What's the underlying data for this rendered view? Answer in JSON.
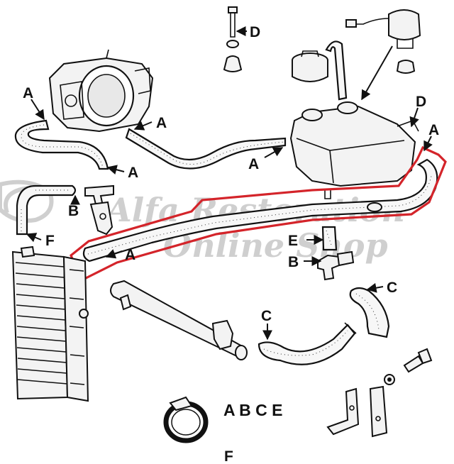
{
  "watermark": {
    "line1": "Alfa Restoration",
    "line2": "Online Shop"
  },
  "callouts": {
    "a": "A",
    "b": "B",
    "c": "C",
    "d": "D",
    "e": "E",
    "f": "F"
  },
  "legend": {
    "hose_codes": "A B C E",
    "clamp_code": "F"
  },
  "highlight_color": "#d4242a"
}
